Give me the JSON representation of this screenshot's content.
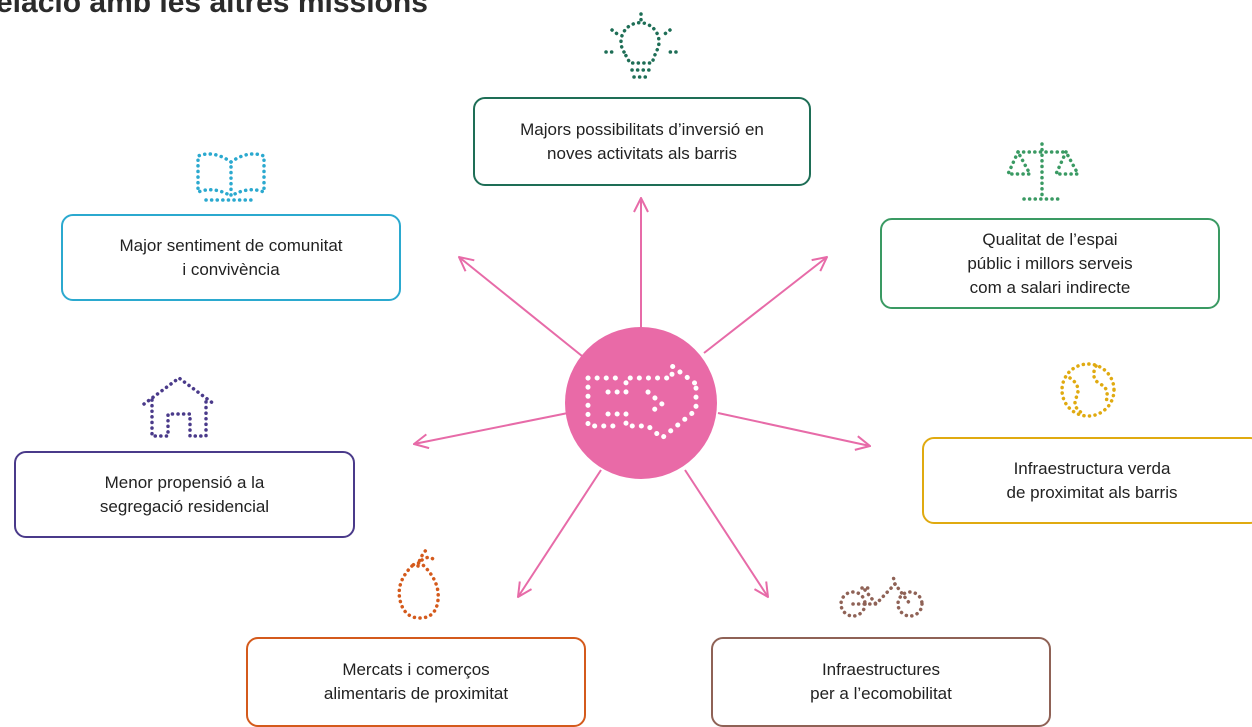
{
  "title": "elació amb les altres missions",
  "colors": {
    "arrow": "#e76ba8",
    "center": "#e96aa7",
    "inversio": "#1e6e56",
    "comunitat": "#2ba9cf",
    "espai": "#3a9a63",
    "segregacio": "#4a3a8a",
    "verda": "#e0aa10",
    "mercats": "#d45a1c",
    "ecomobilitat": "#8f6256"
  },
  "boxes": {
    "inversio": "Majors possibilitats d’inversió en\nnoves activitats als barris",
    "comunitat": "Major sentiment de comunitat\ni convivència",
    "espai": "Qualitat de l’espai\npúblic i millors serveis\ncom a salari indirecte",
    "segregacio": "Menor propensió a la\nsegregació residencial",
    "verda": "Infraestructura verda\nde proximitat als barris",
    "mercats": "Mercats i comerços\nalimentaris de proximitat",
    "ecomobilitat": "Infraestructures\nper a l’ecomobilitat"
  },
  "icons": {
    "center": "battery-arrow-icon",
    "inversio": "lightbulb-icon",
    "comunitat": "open-book-icon",
    "espai": "scales-icon",
    "segregacio": "house-icon",
    "verda": "globe-icon",
    "mercats": "pear-icon",
    "ecomobilitat": "bicycle-icon"
  }
}
